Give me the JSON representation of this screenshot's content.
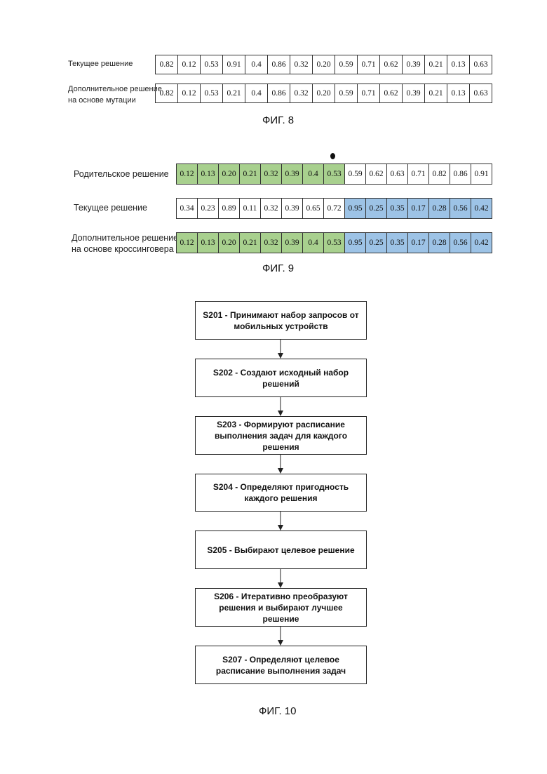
{
  "fig8": {
    "rows": [
      {
        "label_lines": [
          "Текущее решение"
        ],
        "cells": [
          "0.82",
          "0.12",
          "0.53",
          "0.91",
          "0.4",
          "0.86",
          "0.32",
          "0.20",
          "0.59",
          "0.71",
          "0.62",
          "0.39",
          "0.21",
          "0.13",
          "0.63"
        ]
      },
      {
        "label_lines": [
          "Дополнительное решение",
          "на основе мутации"
        ],
        "cells": [
          "0.82",
          "0.12",
          "0.53",
          "0.21",
          "0.4",
          "0.86",
          "0.32",
          "0.20",
          "0.59",
          "0.71",
          "0.62",
          "0.39",
          "0.21",
          "0.13",
          "0.63"
        ]
      }
    ],
    "caption": "ФИГ. 8"
  },
  "fig9": {
    "colors": {
      "green": "#a8d08e",
      "blue": "#9dc3e6"
    },
    "rows": [
      {
        "label_lines": [
          "Родительское решение"
        ],
        "cells": [
          "0.12",
          "0.13",
          "0.20",
          "0.21",
          "0.32",
          "0.39",
          "0.4",
          "0.53",
          "0.59",
          "0.62",
          "0.63",
          "0.71",
          "0.82",
          "0.86",
          "0.91"
        ],
        "fills": [
          "green",
          "green",
          "green",
          "green",
          "green",
          "green",
          "green",
          "green",
          "",
          "",
          "",
          "",
          "",
          "",
          ""
        ]
      },
      {
        "label_lines": [
          "Текущее решение"
        ],
        "cells": [
          "0.34",
          "0.23",
          "0.89",
          "0.11",
          "0.32",
          "0.39",
          "0.65",
          "0.72",
          "0.95",
          "0.25",
          "0.35",
          "0.17",
          "0.28",
          "0.56",
          "0.42"
        ],
        "fills": [
          "",
          "",
          "",
          "",
          "",
          "",
          "",
          "",
          "blue",
          "blue",
          "blue",
          "blue",
          "blue",
          "blue",
          "blue"
        ]
      },
      {
        "label_lines": [
          "Дополнительное решение",
          "на основе кроссинговера"
        ],
        "cells": [
          "0.12",
          "0.13",
          "0.20",
          "0.21",
          "0.32",
          "0.39",
          "0.4",
          "0.53",
          "0.95",
          "0.25",
          "0.35",
          "0.17",
          "0.28",
          "0.56",
          "0.42"
        ],
        "fills": [
          "green",
          "green",
          "green",
          "green",
          "green",
          "green",
          "green",
          "green",
          "blue",
          "blue",
          "blue",
          "blue",
          "blue",
          "blue",
          "blue"
        ]
      }
    ],
    "caption": "ФИГ. 9"
  },
  "fig10": {
    "steps": [
      {
        "lines": [
          "S201 - Принимают набор запросов от",
          "мобильных устройств"
        ]
      },
      {
        "lines": [
          "S202 - Создают исходный набор",
          "решений"
        ]
      },
      {
        "lines": [
          "S203 - Формируют расписание",
          "выполнения задач для каждого",
          "решения"
        ]
      },
      {
        "lines": [
          "S204 - Определяют пригодность",
          "каждого решения"
        ]
      },
      {
        "lines": [
          "S205 - Выбирают целевое решение"
        ]
      },
      {
        "lines": [
          "S206 - Итеративно преобразуют",
          "решения и выбирают лучшее решение"
        ]
      },
      {
        "lines": [
          "S207 - Определяют целевое",
          "расписание выполнения задач"
        ]
      }
    ],
    "caption": "ФИГ. 10"
  }
}
